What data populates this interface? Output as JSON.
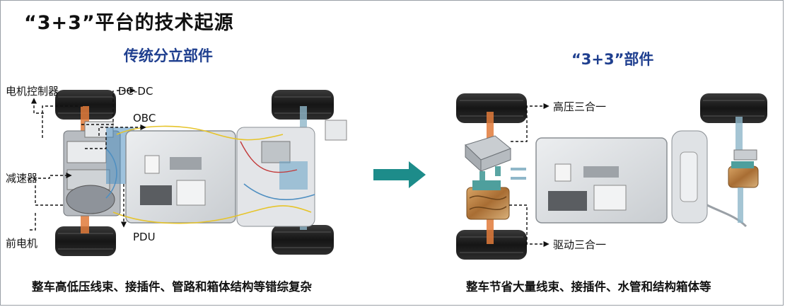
{
  "title": "“3+3”平台的技术起源",
  "left_panel": {
    "heading": "传统分立部件",
    "labels": {
      "motor_controller": "电机控制器",
      "dcdc": "DC-DC",
      "obc": "OBC",
      "reducer": "减速器",
      "front_motor": "前电机",
      "pdu": "PDU"
    },
    "caption": "整车高低压线束、接插件、管路和箱体结构等错综复杂"
  },
  "right_panel": {
    "heading": "“3+3”部件",
    "labels": {
      "hv_three_in_one": "高压三合一",
      "drive_three_in_one": "驱动三合一"
    },
    "caption": "整车节省大量线束、接插件、水管和结构箱体等"
  },
  "colors": {
    "heading_blue": "#1f3f8f",
    "arrow_teal": "#1d8c8a",
    "tire": "#1b1b1b",
    "axle_orange": "#e07a3a",
    "battery_gray": "#d9dcdf",
    "drive_copper": "#b8834a",
    "hv_unit_teal": "#5aa5a3"
  },
  "icons": [
    "transition-arrow-icon"
  ]
}
